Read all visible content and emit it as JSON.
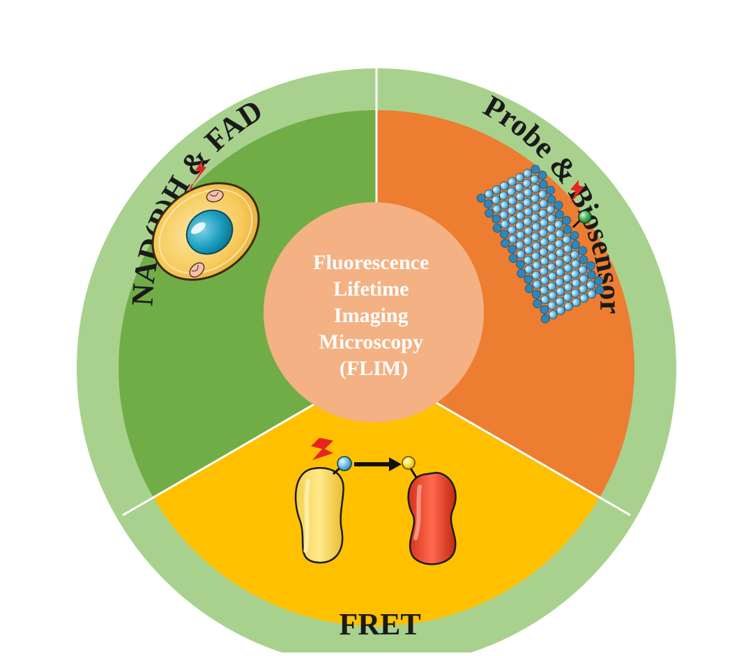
{
  "segments": [
    {
      "id": "nadh",
      "label": "NAD(P)H & FAD",
      "color": "#70AD47"
    },
    {
      "id": "probe",
      "label": "Probe & Biosensor",
      "color": "#ED7D31"
    },
    {
      "id": "fret",
      "label": "FRET",
      "color": "#FFC000"
    }
  ],
  "ring_color": "#A9D18E",
  "center": {
    "color": "#F4B183",
    "lines": [
      "Fluorescence",
      "Lifetime",
      "Imaging",
      "Microscopy",
      "(FLIM)"
    ]
  }
}
